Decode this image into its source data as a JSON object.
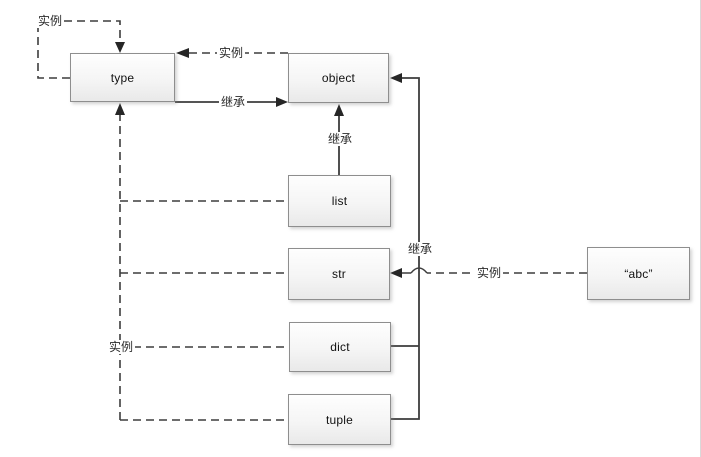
{
  "diagram": {
    "nodes": [
      {
        "id": "type",
        "label": "type"
      },
      {
        "id": "object",
        "label": "object"
      },
      {
        "id": "list",
        "label": "list"
      },
      {
        "id": "str",
        "label": "str"
      },
      {
        "id": "dict",
        "label": "dict"
      },
      {
        "id": "tuple",
        "label": "tuple"
      },
      {
        "id": "abc",
        "label": "“abc”"
      }
    ],
    "edges": [
      {
        "from": "type",
        "to": "type",
        "relation": "instance",
        "label": "实例",
        "style": "dashed"
      },
      {
        "from": "object",
        "to": "type",
        "relation": "instance",
        "label": "实例",
        "style": "dashed"
      },
      {
        "from": "type",
        "to": "object",
        "relation": "inherit",
        "label": "继承",
        "style": "solid"
      },
      {
        "from": "list",
        "to": "object",
        "relation": "inherit",
        "label": "继承",
        "style": "solid"
      },
      {
        "from": "str, dict, tuple",
        "to": "object",
        "relation": "inherit",
        "label": "继承",
        "style": "solid"
      },
      {
        "from": "list, str, dict, tuple",
        "to": "type",
        "relation": "instance",
        "label": "实例",
        "style": "dashed"
      },
      {
        "from": "abc",
        "to": "str",
        "relation": "instance",
        "label": "实例",
        "style": "dashed"
      }
    ],
    "colors": {
      "background": "#ffffff",
      "line": "#3d3d3d",
      "arrowhead": "#262626",
      "box_border": "#8e8e8e",
      "box_fill_top": "#fefefe",
      "box_fill_bottom": "#e9e9e9",
      "text": "#111111"
    }
  }
}
